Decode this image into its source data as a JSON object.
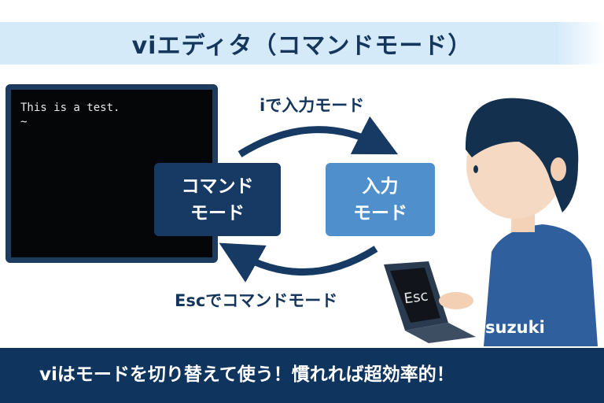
{
  "title": "viエディタ（コマンドモード）",
  "terminal": {
    "line1": "This is a test.",
    "line2": "~"
  },
  "command_mode": {
    "line1": "コマンド",
    "line2": "モード"
  },
  "insert_mode": {
    "line1": "入力",
    "line2": "モード"
  },
  "to_insert_label": "iで入力モード",
  "to_command_label": "Escでコマンドモード",
  "esc_key": "Esc",
  "user_name": "suzuki",
  "footer": "viはモードを切り替えて使う！慣れれば超効率的！",
  "colors": {
    "navy": "#163a63",
    "blue": "#4f90cc",
    "band": "#d4eaf9",
    "footer": "#0f355e"
  }
}
